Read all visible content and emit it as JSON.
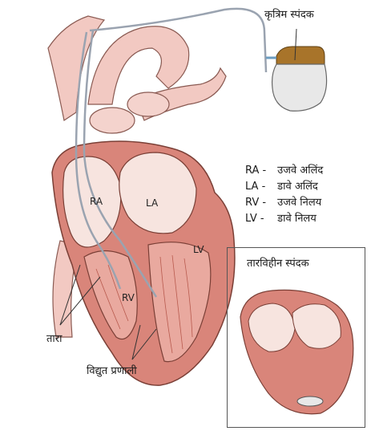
{
  "pacemaker_label": "कृत्रिम स्पंदक",
  "chambers": {
    "ra": "RA",
    "la": "LA",
    "rv": "RV",
    "lv": "LV"
  },
  "legend": [
    {
      "abbr": "RA -",
      "text": "उजवे अलिंद"
    },
    {
      "abbr": "LA -",
      "text": "डावे अलिंद"
    },
    {
      "abbr": "RV -",
      "text": "उजवे निलय"
    },
    {
      "abbr": "LV -",
      "text": "डावे निलय"
    }
  ],
  "inset_title": "तारविहीन स्पंदक",
  "wire_label": "तारा",
  "conduction_label": "विद्युत प्रणाली",
  "colors": {
    "muscle": "#d9857a",
    "artery": "#f2c9c2",
    "chamber": "#f7e4df",
    "device": "#e8e8e8",
    "device_header": "#a8742a"
  }
}
